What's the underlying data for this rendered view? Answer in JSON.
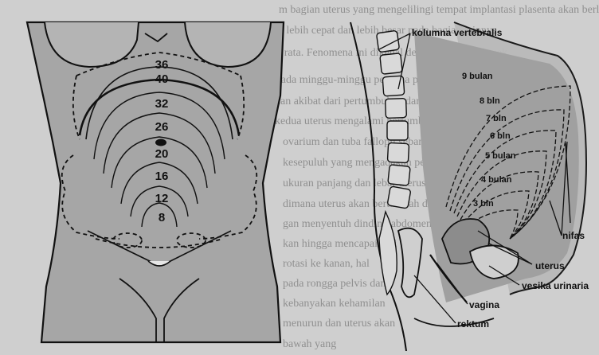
{
  "background_text": [
    "m bagian uterus yang mengelilingi tempat implantasi plasenta akan berlmbar",
    "ar lebih cepat dan lebih besar pada bagian lainnya",
    "ak rata. Fenomena ini dikenal dengan tanda Piskacek",
    "Pada minggu-minggu pertama pembesaran uterus",
    "kan akibat dari pertumbuhan dan pengembangan",
    "kedua uterus mengalami pertumbuhan untuk",
    "ovarium dan tuba fallopii sebanding dengan",
    "kesepuluh yang mengadakan perubahan",
    "ukuran panjang dan lebar uterus",
    "dimana uterus akan bertambah dan",
    "gan menyentuh dinding abdomen",
    "kan hingga mencapai hati",
    "rotasi ke kanan, hal",
    "pada rongga pelvis dan",
    "kebanyakan kehamilan",
    "menurun dan uterus akan",
    "bawah yang"
  ],
  "fundal_heights": [
    "36",
    "40",
    "32",
    "26",
    "20",
    "16",
    "12",
    "8"
  ],
  "sagittal_labels": {
    "spine": "kolumna vertebralis",
    "months": [
      "9 bulan",
      "8 bln",
      "7 bln",
      "6 bln",
      "5 bulan",
      "4 bulan",
      "3 bln"
    ],
    "nifas": "nifas",
    "uterus": "uterus",
    "bladder": "vesika urinaria",
    "vagina": "vagina",
    "rectum": "rektum"
  },
  "colors": {
    "paper": "#cfcfcf",
    "ink": "#111111",
    "fill": "#a9a9a9"
  }
}
